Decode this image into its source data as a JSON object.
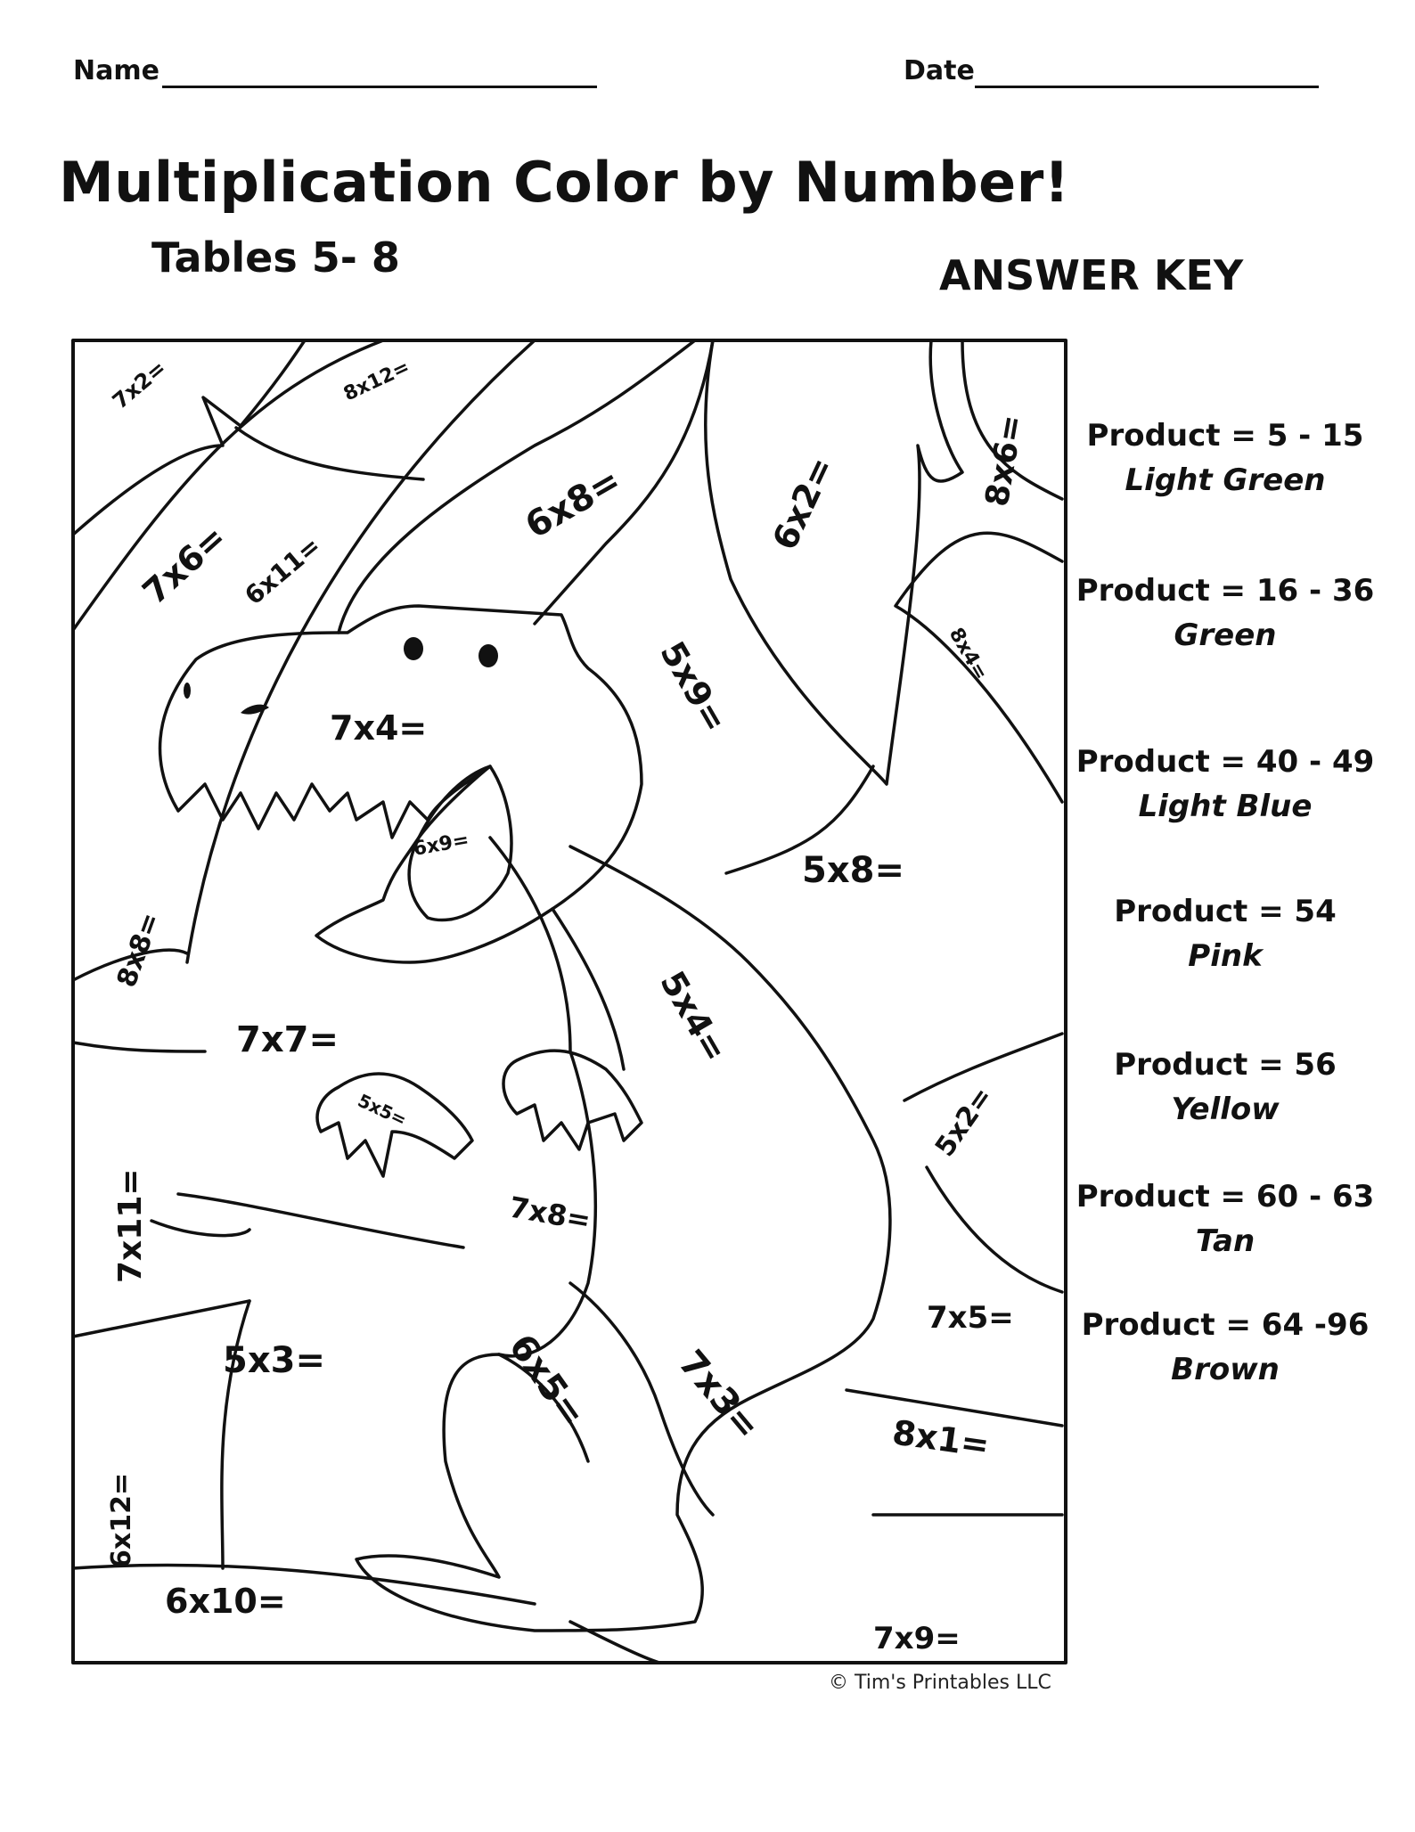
{
  "header": {
    "name_label": "Name",
    "date_label": "Date"
  },
  "title": "Multiplication Color by Number!",
  "subtitle": "Tables 5- 8",
  "answer_key_label": "ANSWER KEY",
  "puzzle": {
    "problems": [
      "7x2=",
      "8x12=",
      "7x6=",
      "6x11=",
      "6x8=",
      "5x9=",
      "6x2=",
      "8x6=",
      "8x4=",
      "7x4=",
      "6x9=",
      "5x8=",
      "8x8=",
      "5x4=",
      "7x7=",
      "5x5=",
      "5x2=",
      "7x11=",
      "7x8=",
      "7x5=",
      "5x3=",
      "6x5=",
      "7x3=",
      "8x1=",
      "6x12=",
      "6x10=",
      "7x9="
    ]
  },
  "key": [
    {
      "range": "Product = 5 - 15",
      "color_name": "Light Green"
    },
    {
      "range": "Product = 16 - 36",
      "color_name": "Green"
    },
    {
      "range": "Product = 40 - 49",
      "color_name": "Light Blue"
    },
    {
      "range": "Product = 54",
      "color_name": "Pink"
    },
    {
      "range": "Product = 56",
      "color_name": "Yellow"
    },
    {
      "range": "Product = 60 - 63",
      "color_name": "Tan"
    },
    {
      "range": "Product = 64 -96",
      "color_name": "Brown"
    }
  ],
  "copyright": "© Tim's Printables LLC"
}
